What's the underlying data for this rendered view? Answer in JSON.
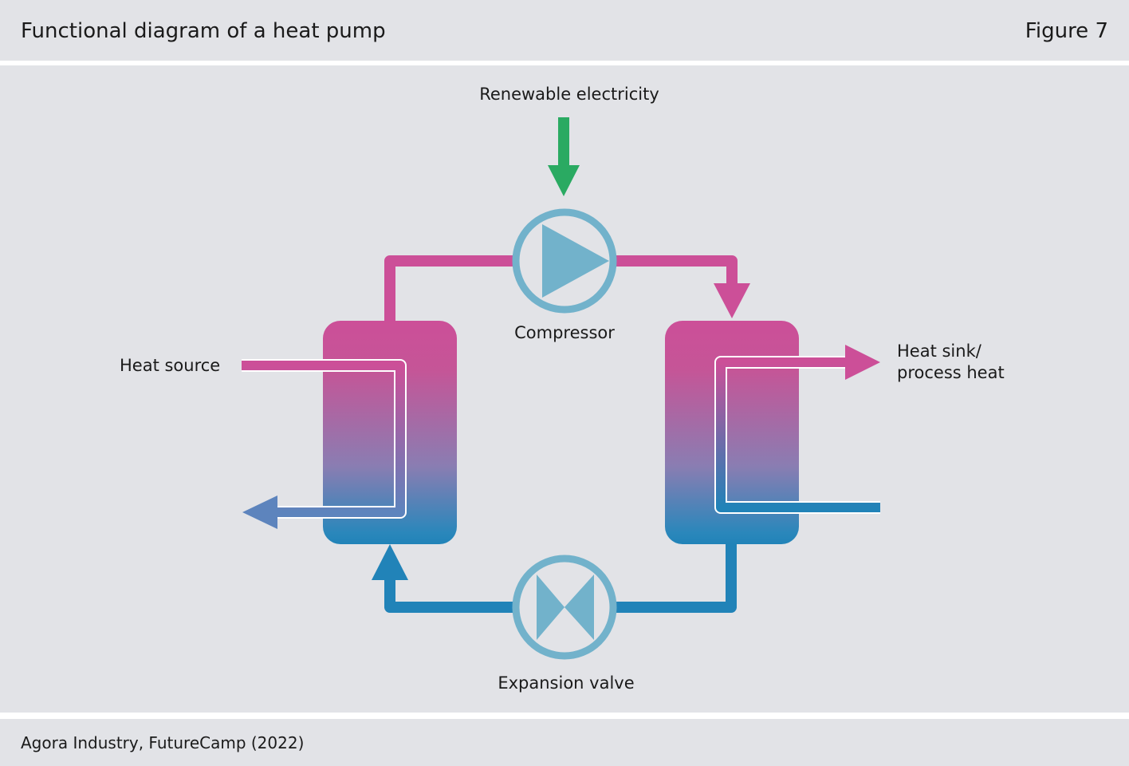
{
  "header": {
    "title": "Functional diagram of a heat pump",
    "figure_label": "Figure 7"
  },
  "diagram": {
    "labels": {
      "electricity": "Renewable electricity",
      "compressor": "Compressor",
      "expansion_valve": "Expansion valve",
      "heat_source": "Heat source",
      "heat_sink_line1": "Heat sink/",
      "heat_sink_line2": "process heat"
    },
    "colors": {
      "hot": "#cc4f98",
      "cold": "#2183b8",
      "component": "#72b2cb",
      "electricity": "#2aaa62",
      "background": "#e2e3e7"
    }
  },
  "footer": {
    "source": "Agora Industry, FutureCamp (2022)"
  }
}
